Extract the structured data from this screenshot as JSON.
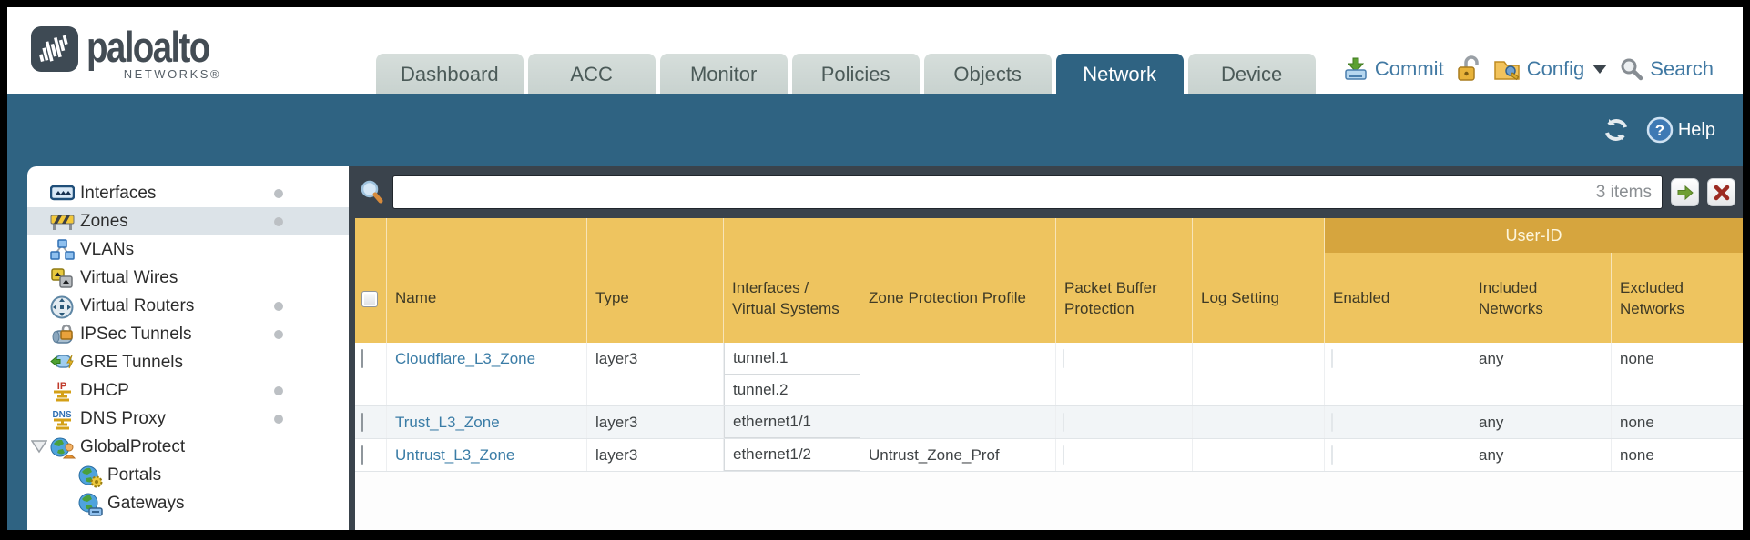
{
  "brand": {
    "wordmark": "paloalto",
    "subbrand": "NETWORKS®"
  },
  "tabs": [
    {
      "label": "Dashboard",
      "active": false
    },
    {
      "label": "ACC",
      "active": false
    },
    {
      "label": "Monitor",
      "active": false
    },
    {
      "label": "Policies",
      "active": false
    },
    {
      "label": "Objects",
      "active": false
    },
    {
      "label": "Network",
      "active": true
    },
    {
      "label": "Device",
      "active": false
    }
  ],
  "utilities": {
    "commit_label": "Commit",
    "config_label": "Config",
    "search_label": "Search",
    "help_label": "Help"
  },
  "filter_bar": {
    "value": "",
    "items_count_label": "3 items"
  },
  "sidebar": {
    "items": [
      {
        "label": "Interfaces",
        "icon": "interfaces-icon",
        "dot": true
      },
      {
        "label": "Zones",
        "icon": "zones-icon",
        "dot": true,
        "selected": true
      },
      {
        "label": "VLANs",
        "icon": "vlans-icon",
        "dot": false
      },
      {
        "label": "Virtual Wires",
        "icon": "virtual-wires-icon",
        "dot": false
      },
      {
        "label": "Virtual Routers",
        "icon": "virtual-routers-icon",
        "dot": true
      },
      {
        "label": "IPSec Tunnels",
        "icon": "ipsec-tunnels-icon",
        "dot": true
      },
      {
        "label": "GRE Tunnels",
        "icon": "gre-tunnels-icon",
        "dot": false
      },
      {
        "label": "DHCP",
        "icon": "dhcp-icon",
        "dot": true
      },
      {
        "label": "DNS Proxy",
        "icon": "dns-proxy-icon",
        "dot": true
      },
      {
        "label": "GlobalProtect",
        "icon": "globalprotect-icon",
        "dot": false,
        "expanded": true
      },
      {
        "label": "Portals",
        "icon": "portals-icon",
        "dot": false,
        "child": true
      },
      {
        "label": "Gateways",
        "icon": "gateways-icon",
        "dot": false,
        "child": true
      }
    ]
  },
  "table": {
    "group_header": "User-ID",
    "columns": [
      "Name",
      "Type",
      "Interfaces / Virtual Systems",
      "Zone Protection Profile",
      "Packet Buffer Protection",
      "Log Setting",
      "Enabled",
      "Included Networks",
      "Excluded Networks"
    ],
    "rows": [
      {
        "name": "Cloudflare_L3_Zone",
        "type": "layer3",
        "interfaces": [
          "tunnel.1",
          "tunnel.2"
        ],
        "zone_protection_profile": "",
        "packet_buffer_protection": false,
        "log_setting": "",
        "user_id_enabled": false,
        "included_networks": "any",
        "excluded_networks": "none"
      },
      {
        "name": "Trust_L3_Zone",
        "type": "layer3",
        "interfaces": [
          "ethernet1/1"
        ],
        "zone_protection_profile": "",
        "packet_buffer_protection": false,
        "log_setting": "",
        "user_id_enabled": false,
        "included_networks": "any",
        "excluded_networks": "none"
      },
      {
        "name": "Untrust_L3_Zone",
        "type": "layer3",
        "interfaces": [
          "ethernet1/2"
        ],
        "zone_protection_profile": "Untrust_Zone_Prof",
        "packet_buffer_protection": false,
        "log_setting": "",
        "user_id_enabled": false,
        "included_networks": "any",
        "excluded_networks": "none"
      }
    ]
  },
  "colors": {
    "band_teal": "#2f6382",
    "header_yellow": "#eec45f",
    "userid_band": "#d6a53e",
    "slate": "#3a434c",
    "link_blue": "#3a7ca6",
    "tab_gray": "#cdd7d3"
  }
}
